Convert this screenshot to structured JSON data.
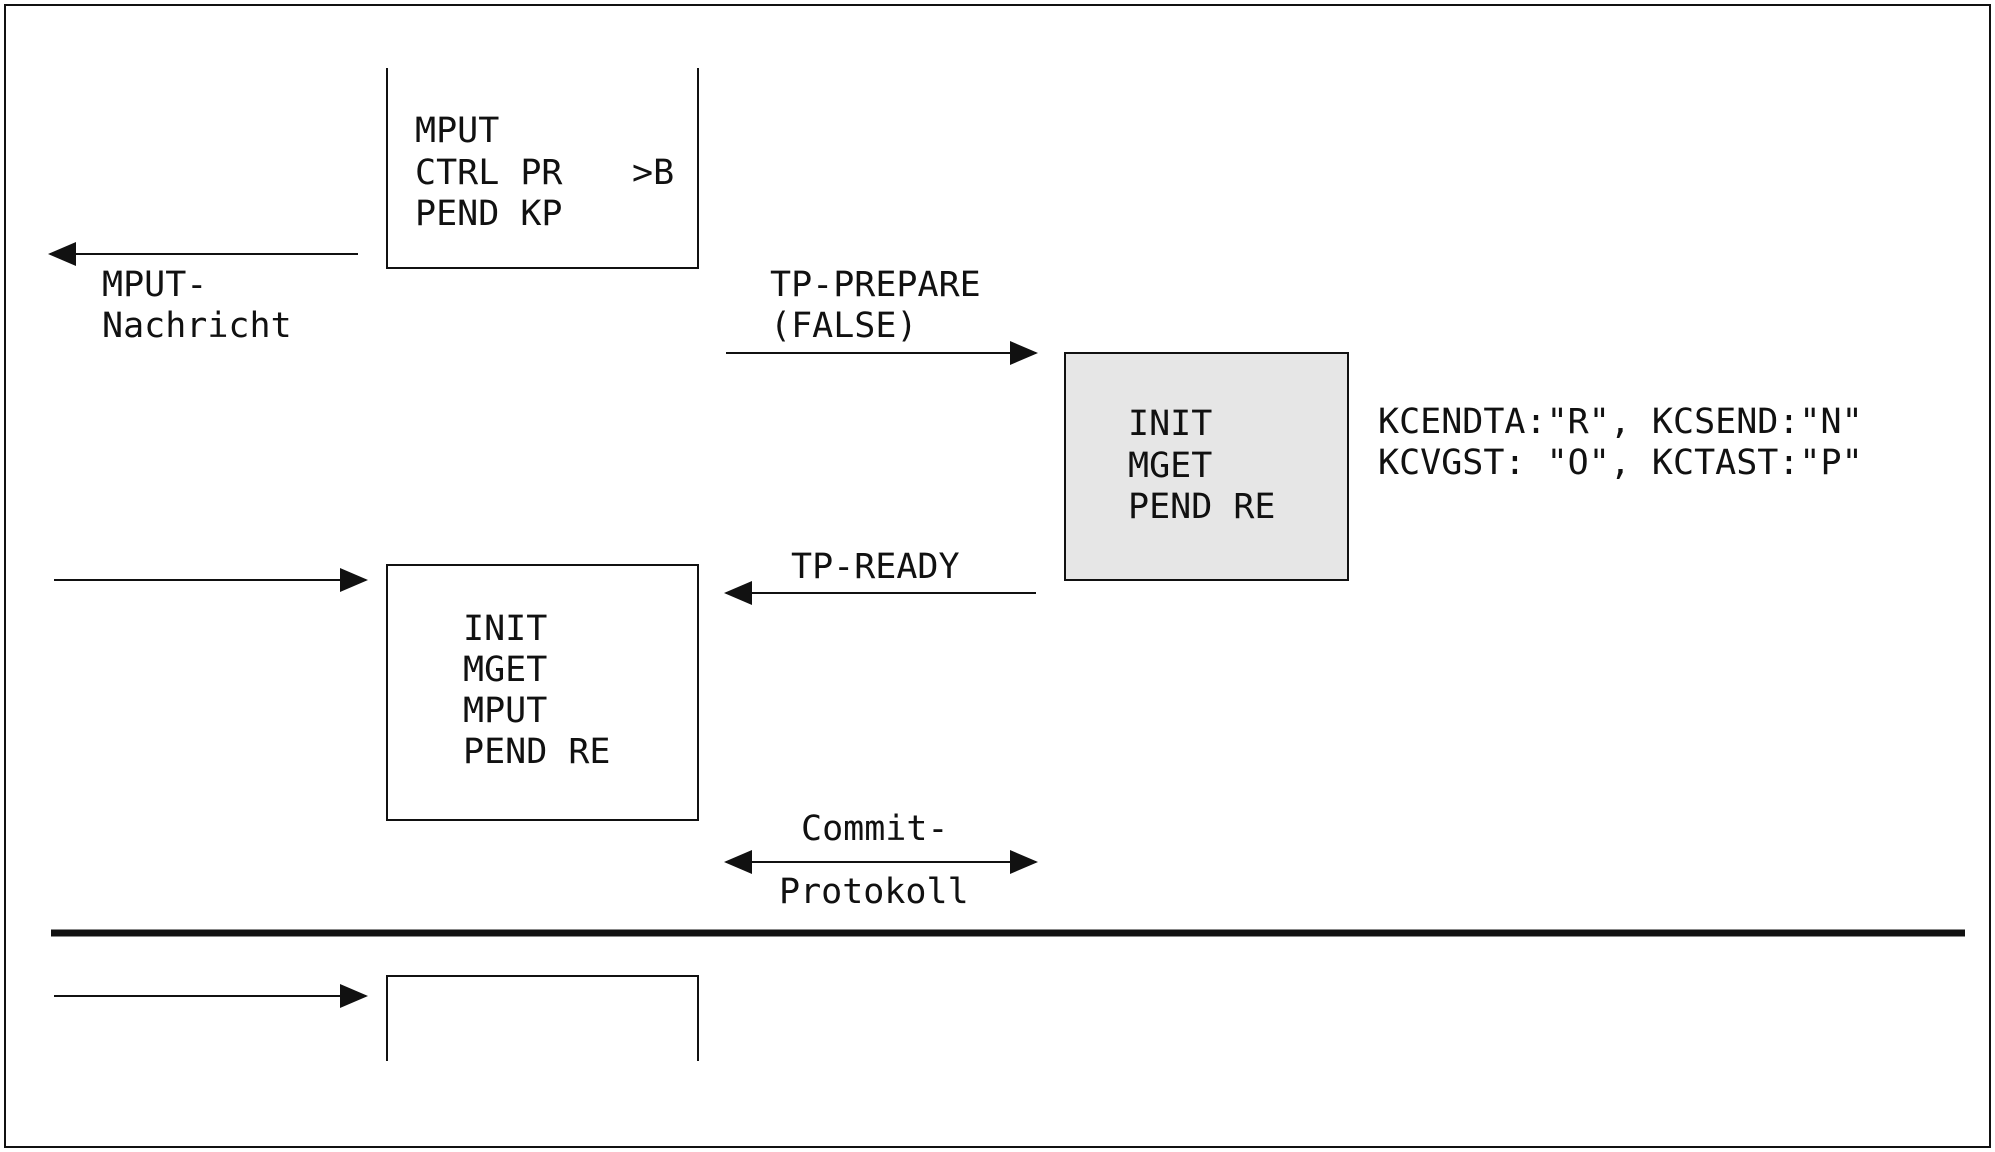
{
  "colors": {
    "line": "#111111",
    "shaded_box": "#e6e6e6",
    "background": "#ffffff"
  },
  "top_box": {
    "lines": [
      "MPUT",
      "CTRL PR",
      "PEND KP"
    ],
    "marker": ">B"
  },
  "mput_arrow": {
    "label_lines": [
      "MPUT-",
      "Nachricht"
    ]
  },
  "prepare_arrow": {
    "label_lines": [
      "TP-PREPARE",
      "(FALSE)"
    ]
  },
  "shaded_box": {
    "lines": [
      "INIT",
      "MGET",
      "PEND RE"
    ]
  },
  "status_text": {
    "lines": [
      "KCENDTA:\"R\", KCSEND:\"N\"",
      "KCVGST: \"O\", KCTAST:\"P\""
    ]
  },
  "ready_arrow": {
    "label": "TP-READY"
  },
  "middle_box": {
    "lines": [
      "INIT",
      "MGET",
      "MPUT",
      "PEND RE"
    ]
  },
  "commit_arrow": {
    "label_lines": [
      "Commit-",
      "Protokoll"
    ]
  }
}
